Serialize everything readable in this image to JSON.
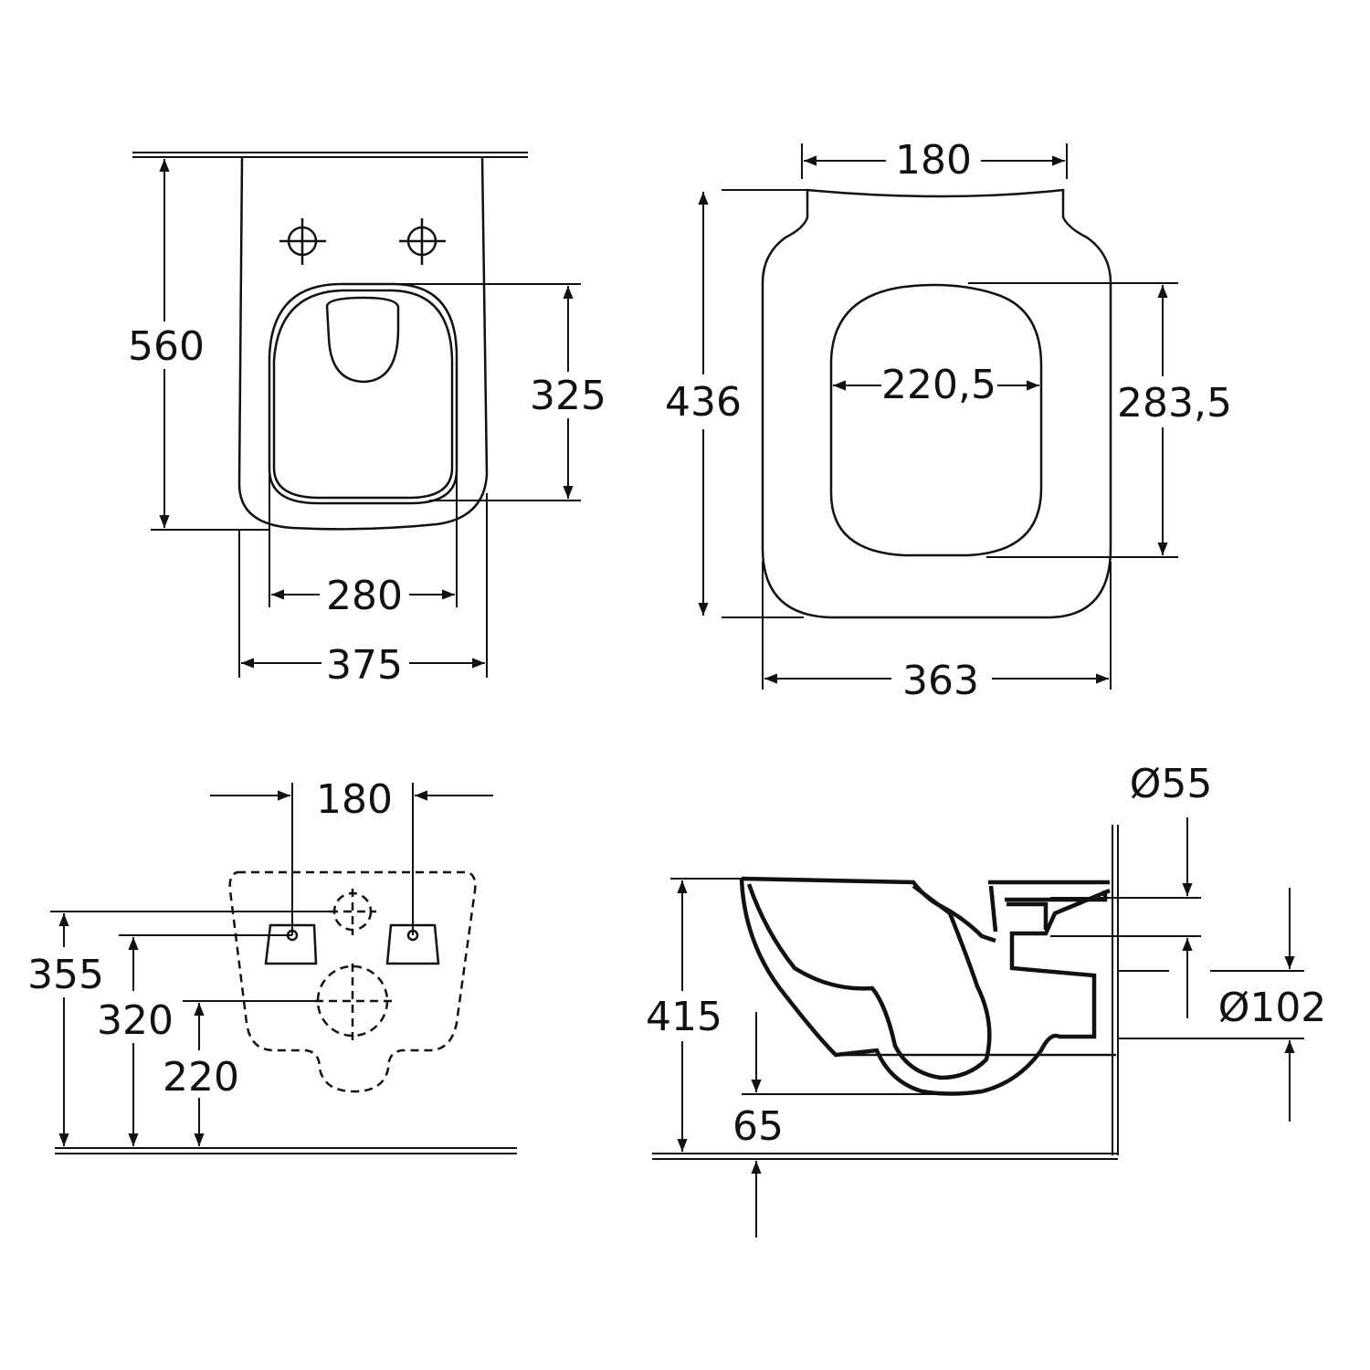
{
  "colors": {
    "line": "#111111",
    "background": "#ffffff"
  },
  "views": {
    "top": {
      "dim_depth": "560",
      "dim_seat_length": "325",
      "dim_seat_width": "280",
      "dim_total_width": "375"
    },
    "seat": {
      "dim_hinge": "180",
      "dim_length": "436",
      "dim_opening_width": "220,5",
      "dim_opening_length": "283,5",
      "dim_width": "363"
    },
    "rear": {
      "dim_bolt_spacing": "180",
      "dim_h1": "355",
      "dim_h2": "320",
      "dim_h3": "220"
    },
    "side": {
      "dim_inlet": "Ø55",
      "dim_outlet": "Ø102",
      "dim_height": "415",
      "dim_offset": "65"
    }
  }
}
